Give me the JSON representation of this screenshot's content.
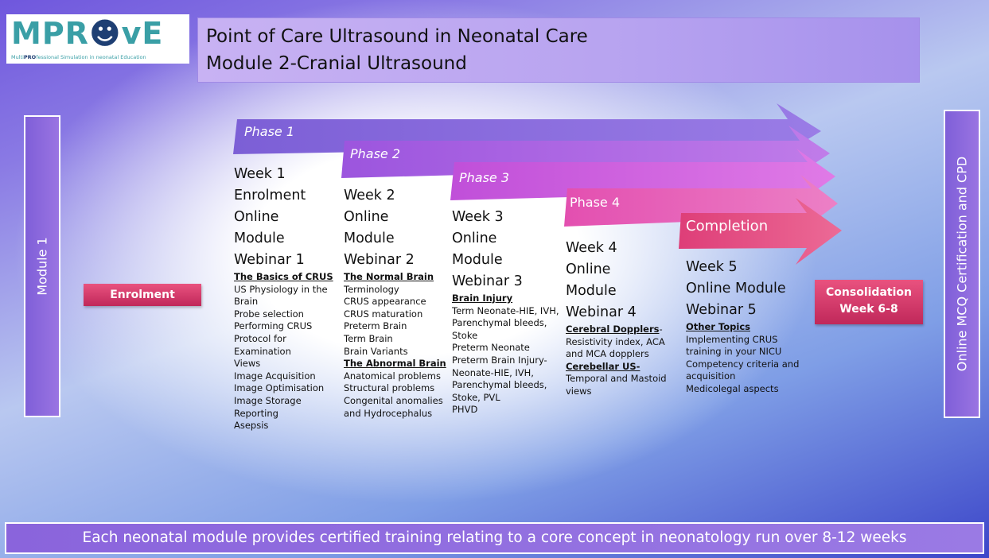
{
  "logo": {
    "text_left": "MPR",
    "text_mid": "☻",
    "text_right": "vE",
    "subtitle_pre": "Multi",
    "subtitle_bold": "PRO",
    "subtitle_post": "fessional Simulation in neonatal Education"
  },
  "title": {
    "line1": "Point of Care Ultrasound in Neonatal Care",
    "line2": "Module 2-Cranial Ultrasound"
  },
  "left_bar": "Module 1",
  "right_bar": "Online MCQ Certification  and CPD",
  "enrolment_pill": "Enrolment",
  "consolidation_pill": {
    "line1": "Consolidation",
    "line2": "Week 6-8"
  },
  "phases": [
    "Phase 1",
    "Phase 2",
    "Phase 3",
    "Phase 4",
    "Completion"
  ],
  "colors": {
    "phase1": "#8e6fe0",
    "phase2": "#b068e4",
    "phase3": "#d05ddf",
    "phase4": "#e45cb6",
    "completion": "#e04f85"
  },
  "columns": [
    {
      "big": [
        "Week 1",
        "Enrolment",
        "Online",
        "Module",
        "Webinar 1"
      ],
      "heading": "The Basics of CRUS",
      "items": [
        "US Physiology in the Brain",
        "Probe selection",
        "Performing CRUS",
        "Protocol for Examination",
        "Views",
        "Image Acquisition",
        "Image Optimisation",
        "Image Storage",
        "Reporting",
        "Asepsis"
      ]
    },
    {
      "big": [
        "Week 2",
        "Online",
        "Module",
        "Webinar 2"
      ],
      "heading": "The Normal Brain",
      "items": [
        "Terminology",
        "CRUS appearance",
        "CRUS maturation",
        "Preterm Brain",
        "Term Brain",
        "Brain Variants"
      ],
      "heading2": "The Abnormal Brain",
      "items2": [
        "Anatomical problems",
        "Structural problems",
        "Congenital anomalies and Hydrocephalus"
      ]
    },
    {
      "big": [
        "Week 3",
        "Online",
        "Module",
        "Webinar 3"
      ],
      "heading": "Brain Injury",
      "items": [
        "Term Neonate-HIE, IVH, Parenchymal bleeds, Stoke",
        "Preterm  Neonate",
        "Preterm  Brain Injury-Neonate-HIE, IVH, Parenchymal bleeds, Stoke,  PVL",
        "PHVD"
      ]
    },
    {
      "big": [
        "Week 4",
        "Online",
        "Module",
        "Webinar 4"
      ],
      "heading": "Cerebral Dopplers",
      "heading_suffix": "-",
      "items": [
        "Resistivity index, ACA and MCA dopplers"
      ],
      "heading2": "Cerebellar US-",
      "items2": [
        "Temporal and Mastoid views"
      ]
    },
    {
      "big": [
        "Week 5",
        "Online Module",
        "Webinar 5"
      ],
      "heading": "Other Topics",
      "items": [
        "Implementing  CRUS training in your NICU",
        "Competency criteria and acquisition",
        "Medicolegal aspects"
      ]
    }
  ],
  "footer": "Each neonatal module provides certified training relating to a core concept in neonatology run over 8-12 weeks"
}
